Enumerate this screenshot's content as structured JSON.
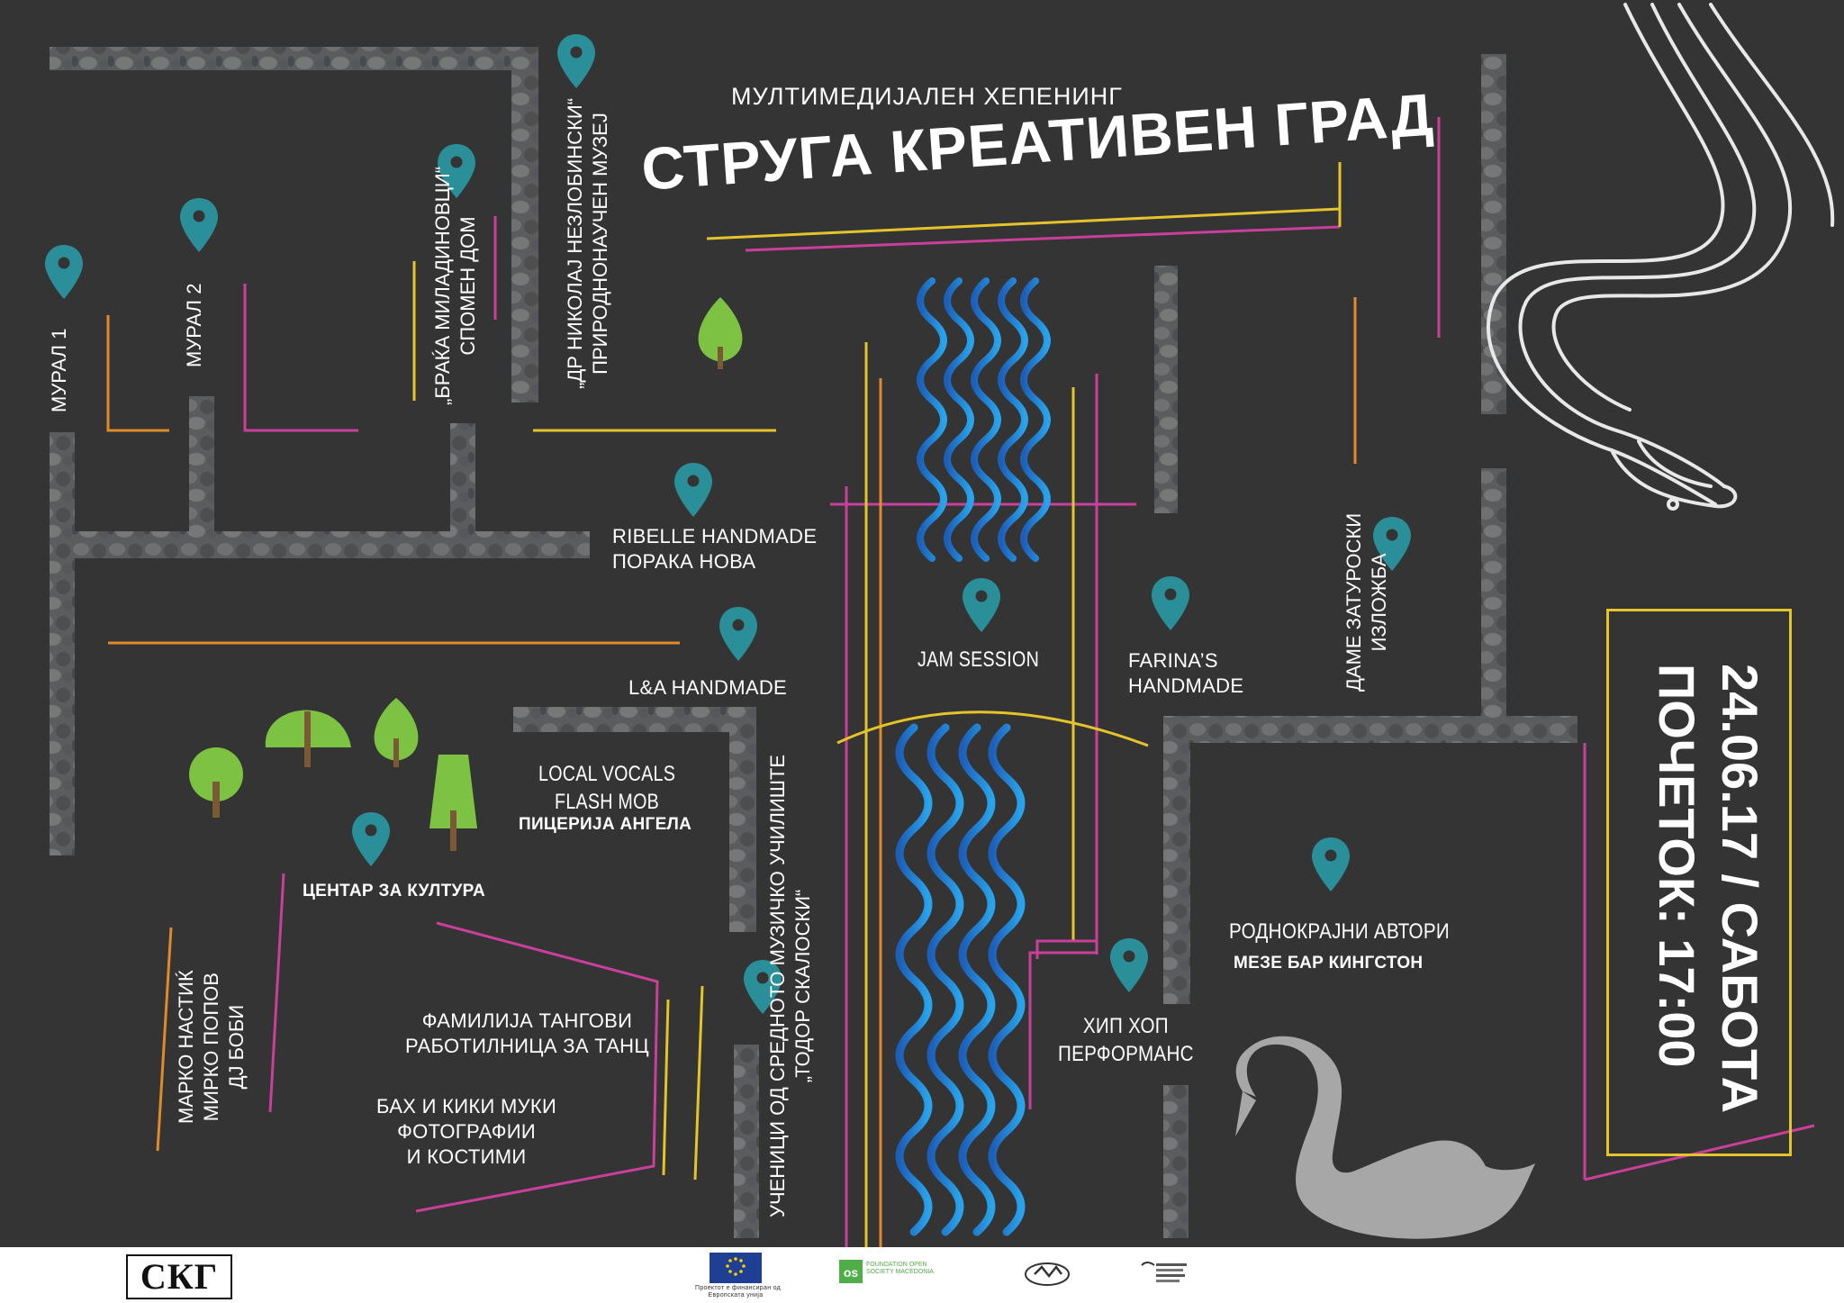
{
  "header": {
    "subtitle": "МУЛТИМЕДИЈАЛЕН ХЕПЕНИНГ",
    "title": "СТРУГА КРЕАТИВЕН ГРАД"
  },
  "event": {
    "date": "24.06.17 / САБОТА",
    "start": "ПОЧЕТОК: 17:00"
  },
  "colors": {
    "background": "#343435",
    "pin": "#2a8f99",
    "line_magenta": "#c93f9a",
    "line_orange": "#e08a2a",
    "line_yellow": "#e5c42b",
    "river": "#1f86d6",
    "tree_green": "#7dc242"
  },
  "locations": {
    "mural1": "МУРАЛ 1",
    "mural2": "МУРАЛ 2",
    "memorial_line1": "„БРАЌА МИЛАДИНОВЦИ“",
    "memorial_line2": "СПОМЕН ДОМ",
    "museum_line1": "„ДР НИКОЛАЈ НЕЗЛОБИНСКИ“",
    "museum_line2": "ПРИРОДНОНАУЧЕН МУЗЕЈ",
    "ribelle_line1": "RIBELLE HANDMADE",
    "ribelle_line2": "ПОРАКА НОВА",
    "la_handmade": "L&A HANDMADE",
    "jam_session": "JAM SESSION",
    "farinas_line1": "FARINA’S",
    "farinas_line2": "HANDMADE",
    "dame_line1": "ДАМЕ ЗАТУРОСКИ",
    "dame_line2": "ИЗЛОЖБА",
    "local_vocals_line1": "LOCAL VOCALS",
    "local_vocals_line2": "FLASH MOB",
    "pizzeria": "ПИЦЕРИЈА АНГЕЛА",
    "culture_center": "ЦЕНТАР ЗА КУЛТУРА",
    "students_line1": "УЧЕНИЦИ ОД СРЕДНОТО МУЗИЧКО УЧИЛИШТЕ",
    "students_line2": "„ТОДОР СКАЛОСКИ“",
    "authors": "РОДНОКРАЈНИ АВТОРИ",
    "meze_bar": "МЕЗЕ БАР КИНГСТОН",
    "hiphop_line1": "ХИП ХОП",
    "hiphop_line2": "ПЕРФОРМАНС",
    "tangovi_line1": "ФАМИЛИЈА ТАНГОВИ",
    "tangovi_line2": "РАБОТИЛНИЦА ЗА ТАНЦ",
    "bah_line1": "БАХ И КИКИ МУКИ",
    "bah_line2": "ФОТОГРАФИИ",
    "bah_line3": "И КОСТИМИ",
    "djs_line1": "МАРКО НАСТИЌ",
    "djs_line2": "МИРКО ПОПОВ",
    "djs_line3": "ДЈ БОБИ"
  },
  "footer": {
    "skg_logo": "СКГ",
    "eu_caption_line1": "Проектот е финансиран од",
    "eu_caption_line2": "Европската унија",
    "foundation_logo": "FOUNDATION OPEN SOCIETY MACEDONIA",
    "icons": [
      "skg-logo",
      "eu-flag-icon",
      "foundation-logo",
      "partner-logo-1",
      "partner-logo-2"
    ]
  }
}
